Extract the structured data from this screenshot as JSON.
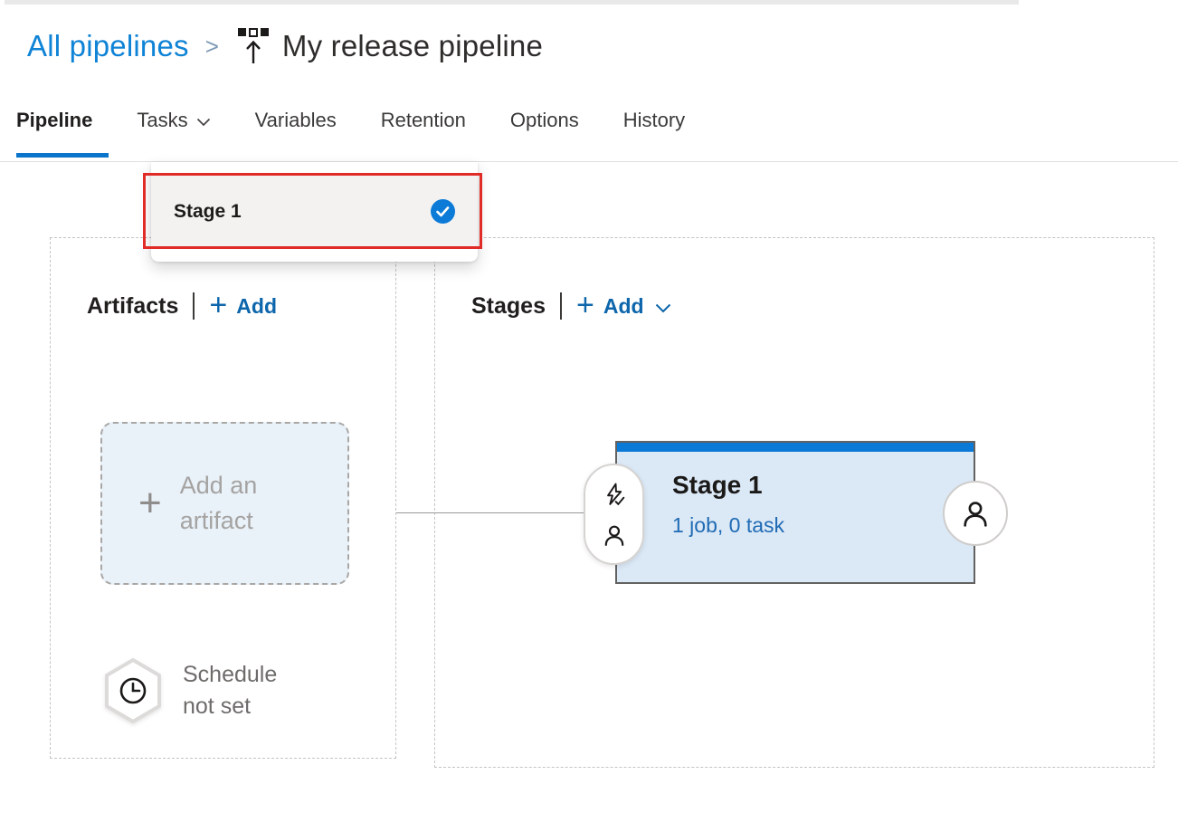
{
  "breadcrumb": {
    "parent": "All pipelines",
    "separator": ">",
    "title": "My release pipeline"
  },
  "tabs": {
    "items": [
      {
        "label": "Pipeline",
        "active": true
      },
      {
        "label": "Tasks",
        "has_dropdown": true
      },
      {
        "label": "Variables"
      },
      {
        "label": "Retention"
      },
      {
        "label": "Options"
      },
      {
        "label": "History"
      }
    ]
  },
  "tasks_dropdown": {
    "items": [
      {
        "label": "Stage 1",
        "selected": true
      }
    ]
  },
  "glyphs": {
    "plus": "+",
    "divider": "|"
  },
  "artifacts": {
    "title": "Artifacts",
    "add_label": "Add",
    "add_box": {
      "label": "Add an artifact"
    },
    "schedule": {
      "label": "Schedule not set"
    }
  },
  "stages": {
    "title": "Stages",
    "add_label": "Add",
    "card": {
      "title": "Stage 1",
      "meta": "1 job, 0 task"
    }
  },
  "icons": {
    "release_pipeline": "release-pipeline-icon",
    "selected_check": "check-circle-icon",
    "pre_deployment": "lightning-check-icon",
    "approvals": "person-icon",
    "schedule": "clock-in-hexagon-icon",
    "chevron": "chevron-down-icon"
  },
  "colors": {
    "accent_blue": "#0078d4",
    "breadcrumb_blue": "#0f83d6",
    "link_blue": "#1f6bb4",
    "annotation_red": "#e02b26",
    "stage_card_bg": "#dbe8f6",
    "artifact_box_bg": "#e9f1f9",
    "selected_item_bg": "#f3f2f1"
  }
}
